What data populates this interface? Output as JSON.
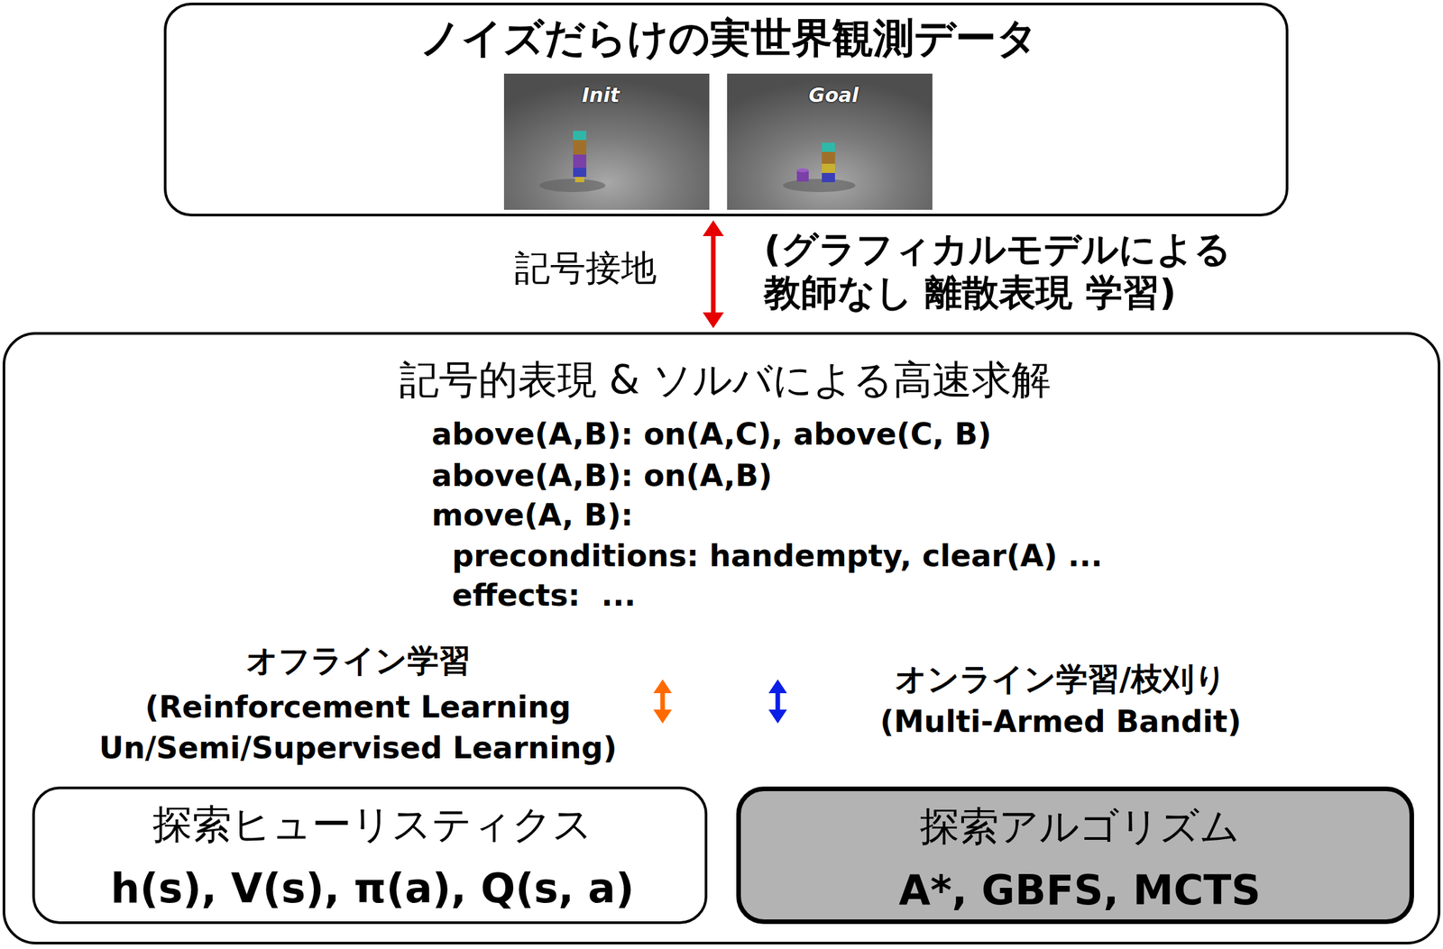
{
  "diagram": {
    "nodes": [
      {
        "text": [
          "ノイズだらけの実世界観測データ"
        ]
      },
      {
        "text": [
          "記号的表現 & ソルバによる高速求解",
          "above(A,B): on(A,C), above(C, B)",
          "above(A,B): on(A,B)",
          "move(A, B):",
          "preconditions: handempty, clear(A) ...",
          "effects:  ...",
          "オフライン学習",
          "(Reinforcement Learning Un/Semi/Supervised Learning)",
          "オンライン学習/枝刈り",
          "(Multi-Armed Bandit)"
        ]
      },
      {
        "text": [
          "探索ヒューリスティクス",
          "h(s), V(s), π(a), Q(s, a)"
        ],
        "in": 1
      },
      {
        "text": [
          "探索アルゴリズム",
          "A*, GBFS, MCTS"
        ],
        "in": 1
      }
    ],
    "edges": [
      {
        "from": 0,
        "to": 1,
        "arrow": "both"
      }
    ],
    "labels": [
      "Init",
      "Goal",
      "記号接地",
      "(グラフィカルモデルによる 教師なし 離散表現 学習)"
    ]
  }
}
